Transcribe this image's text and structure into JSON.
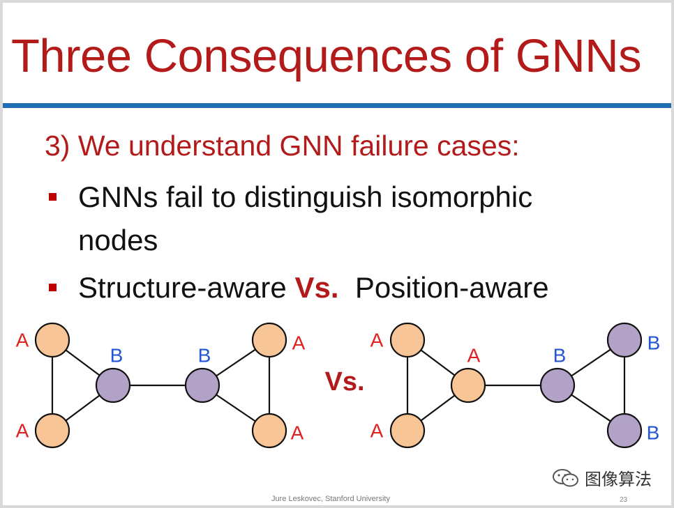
{
  "slide": {
    "title": "Three Consequences of GNNs",
    "subheading": "3) We understand GNN failure cases:",
    "bullets": [
      {
        "line1": "GNNs fail to distinguish isomorphic",
        "line2": "nodes"
      },
      {
        "before": "Structure-aware ",
        "emph": "Vs.",
        "after": "  Position-aware"
      }
    ],
    "middle_vs": "Vs.",
    "footer": "Jure Leskovec, Stanford University",
    "page_number": "23",
    "watermark": "图像算法"
  },
  "colors": {
    "title_red": "#b31b1b",
    "rule_blue": "#1f6fb2",
    "node_orange": "#f8c597",
    "node_purple": "#b3a2c8",
    "label_red": "#e32020",
    "label_blue": "#2456d6"
  },
  "graphs": {
    "left": {
      "nodes": [
        {
          "id": "l1",
          "label": "A",
          "color": "orange"
        },
        {
          "id": "l2",
          "label": "A",
          "color": "orange"
        },
        {
          "id": "l3",
          "label": "B",
          "color": "purple"
        },
        {
          "id": "l4",
          "label": "B",
          "color": "purple"
        },
        {
          "id": "l5",
          "label": "A",
          "color": "orange"
        },
        {
          "id": "l6",
          "label": "A",
          "color": "orange"
        }
      ],
      "edges": [
        [
          "l1",
          "l2"
        ],
        [
          "l1",
          "l3"
        ],
        [
          "l2",
          "l3"
        ],
        [
          "l3",
          "l4"
        ],
        [
          "l4",
          "l5"
        ],
        [
          "l4",
          "l6"
        ],
        [
          "l5",
          "l6"
        ]
      ]
    },
    "right": {
      "nodes": [
        {
          "id": "r1",
          "label": "A",
          "color": "orange"
        },
        {
          "id": "r2",
          "label": "A",
          "color": "orange"
        },
        {
          "id": "r3",
          "label": "A",
          "color": "orange"
        },
        {
          "id": "r4",
          "label": "B",
          "color": "purple"
        },
        {
          "id": "r5",
          "label": "B",
          "color": "purple"
        },
        {
          "id": "r6",
          "label": "B",
          "color": "purple"
        }
      ],
      "edges": [
        [
          "r1",
          "r2"
        ],
        [
          "r1",
          "r3"
        ],
        [
          "r2",
          "r3"
        ],
        [
          "r3",
          "r4"
        ],
        [
          "r4",
          "r5"
        ],
        [
          "r4",
          "r6"
        ],
        [
          "r5",
          "r6"
        ]
      ]
    }
  }
}
